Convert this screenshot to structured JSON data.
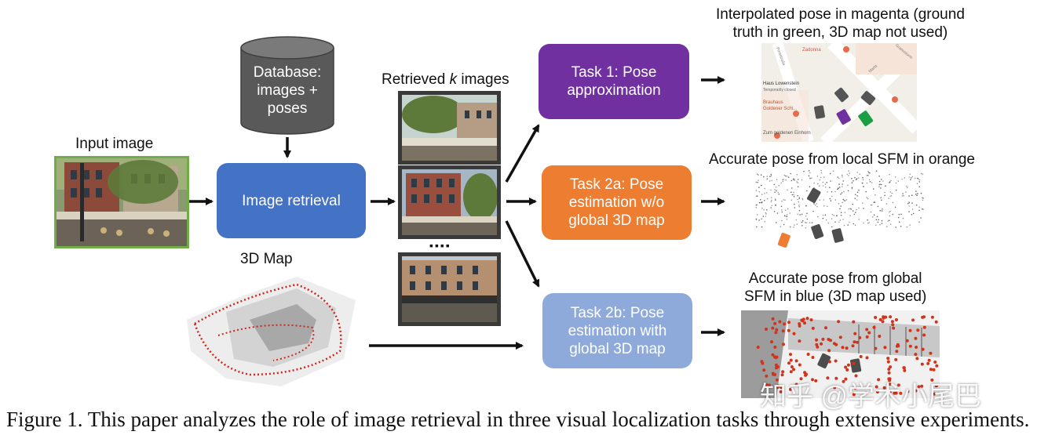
{
  "input": {
    "label": "Input image"
  },
  "database": {
    "line1": "Database:",
    "line2": "images +",
    "line3": "poses"
  },
  "retrieval": {
    "label": "Image retrieval"
  },
  "retrieved": {
    "prefix": "Retrieved ",
    "k": "k",
    "suffix": " images",
    "dots": "▪▪▪▪"
  },
  "map3d": {
    "label": "3D Map"
  },
  "task1": {
    "line1": "Task 1: Pose",
    "line2": "approximation",
    "out_line1": "Interpolated pose in magenta (ground",
    "out_line2": "truth in green, 3D map not used)",
    "map_text": [
      "Zadonna",
      "Haus Lowenstein",
      "Temporarily closed",
      "Brauhaus",
      "Goldener Schl...",
      "Zum goldenen Einhorn",
      "Pontstraße",
      "Markt",
      "Granusturm"
    ]
  },
  "task2a": {
    "line1": "Task 2a: Pose",
    "line2": "estimation w/o",
    "line3": "global 3D map",
    "out_line1": "Accurate pose from local SFM in orange"
  },
  "task2b": {
    "line1": "Task 2b: Pose",
    "line2": "estimation with",
    "line3": "global 3D map",
    "out_line1": "Accurate pose from global",
    "out_line2": "SFM in blue (3D map used)"
  },
  "caption": "Figure 1. This paper analyzes the role of image retrieval in three visual localization tasks through extensive experiments.",
  "watermark": "知乎 @学术小尾巴",
  "colors": {
    "retrieval": "#4472c4",
    "task1": "#7030a0",
    "task2a": "#ed7d31",
    "task2b": "#8eaadb",
    "db": "#595959",
    "input_border": "#70ad47"
  }
}
